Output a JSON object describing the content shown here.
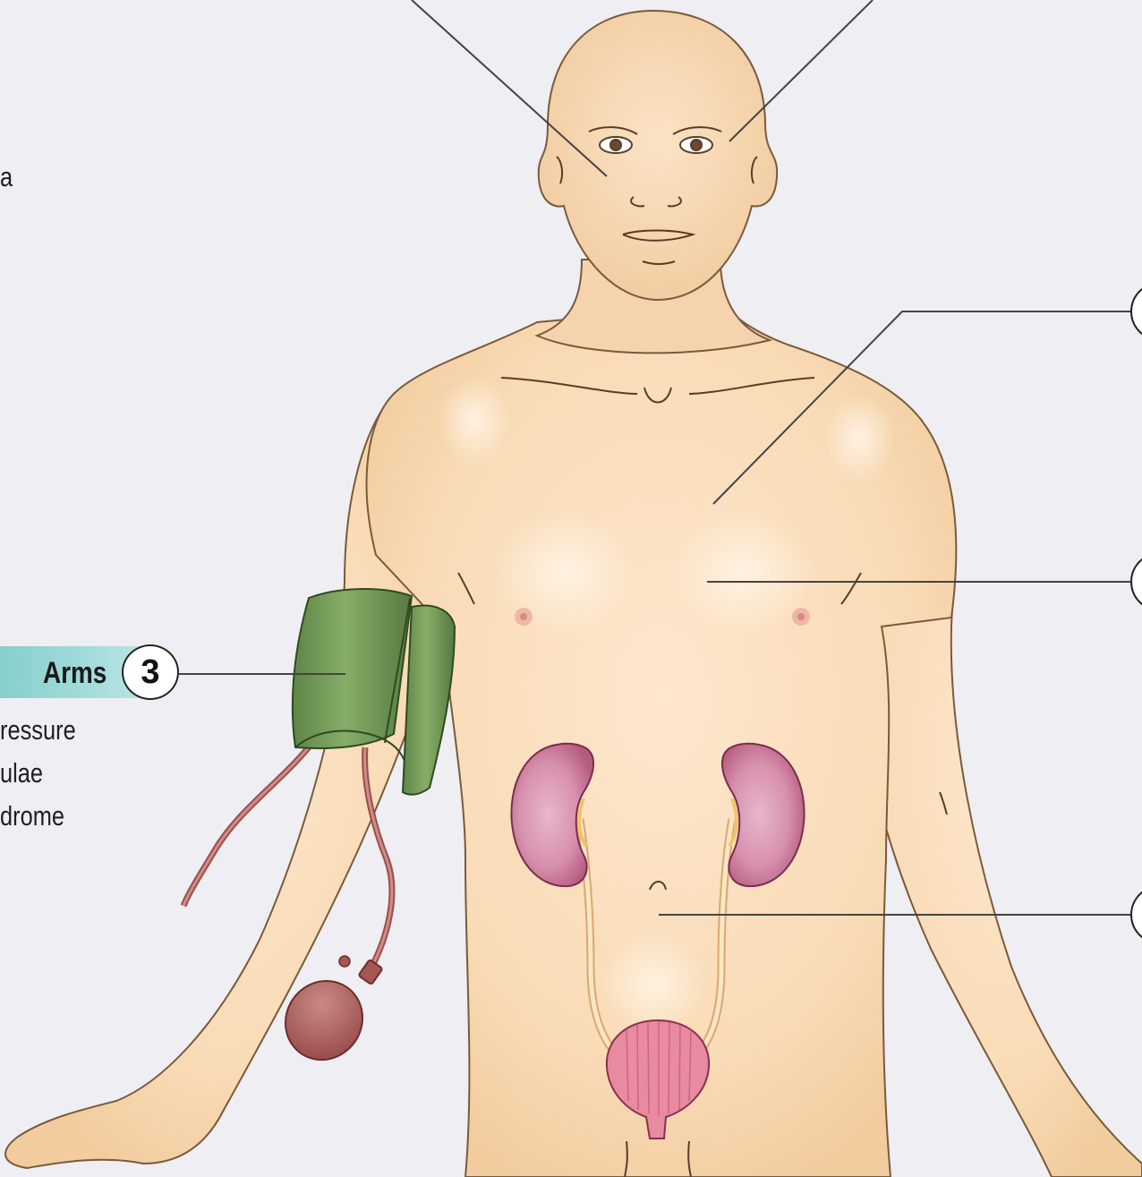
{
  "left_text": {
    "partial_a": "a",
    "list": [
      "ressure",
      "ulae",
      "drome"
    ]
  },
  "callout": {
    "label": "Arms",
    "number": "3"
  },
  "colors": {
    "background": "#eeeef3",
    "skin": "#f8dcb8",
    "cuff": "#6c9552",
    "kidney": "#c76d92",
    "bladder": "#e88aa0",
    "callout_band": "#9ad7d5",
    "leader_line": "#444444"
  }
}
